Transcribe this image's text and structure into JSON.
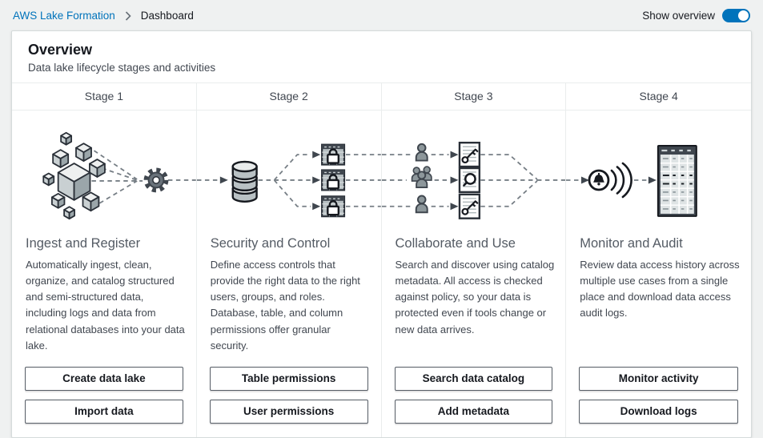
{
  "breadcrumb": {
    "root": "AWS Lake Formation",
    "current": "Dashboard"
  },
  "topbar": {
    "toggle_label": "Show overview",
    "toggle_state": "on"
  },
  "panel": {
    "title": "Overview",
    "subtitle": "Data lake lifecycle stages and activities",
    "stages": [
      {
        "label": "Stage 1",
        "icon": "data-cubes-to-gear-icon",
        "heading": "Ingest and Register",
        "description": "Automatically ingest, clean, organize, and catalog structured and semi-structured data, including logs and data from relational databases into your data lake.",
        "buttons": [
          "Create data lake",
          "Import data"
        ]
      },
      {
        "label": "Stage 2",
        "icon": "database-to-locked-tables-icon",
        "heading": "Security and Control",
        "description": "Define access controls that provide the right data to the right users, groups, and roles. Database, table, and column permissions offer granular security.",
        "buttons": [
          "Table permissions",
          "User permissions"
        ]
      },
      {
        "label": "Stage 3",
        "icon": "users-to-catalog-documents-icon",
        "heading": "Collaborate and Use",
        "description": "Search and discover using catalog metadata. All access is checked against policy, so your data is protected even if tools change or new data arrives.",
        "buttons": [
          "Search data catalog",
          "Add metadata"
        ]
      },
      {
        "label": "Stage 4",
        "icon": "alarm-to-audit-table-icon",
        "heading": "Monitor and Audit",
        "description": "Review data access history across multiple use cases from a single place and download data access audit logs.",
        "buttons": [
          "Monitor activity",
          "Download logs"
        ]
      }
    ]
  },
  "colors": {
    "accent_blue": "#0073bb",
    "page_background": "#eff1f1",
    "panel_border": "#d5dbdb",
    "divider": "#eaeded",
    "icon_dark": "#3f464e",
    "icon_gray": "#8d979b",
    "connector_gray": "#767e85",
    "button_border": "#545b64"
  }
}
